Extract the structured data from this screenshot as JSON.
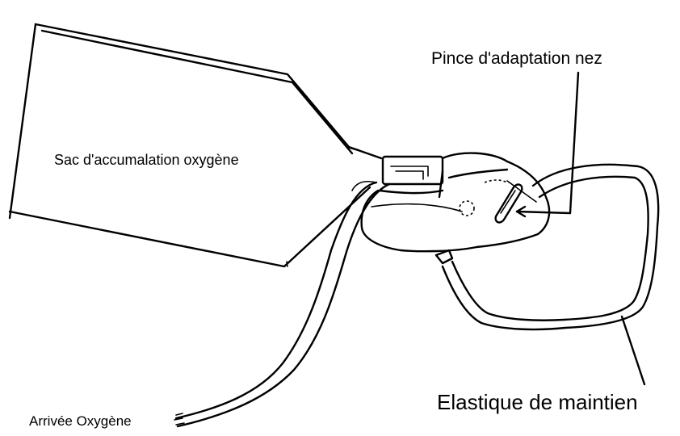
{
  "labels": {
    "bag": "Sac d'accumalation oxygène",
    "clip": "Pince d'adaptation nez",
    "elastic": "Elastique de maintien",
    "oxygen_inlet": "Arrivée Oxygène"
  }
}
